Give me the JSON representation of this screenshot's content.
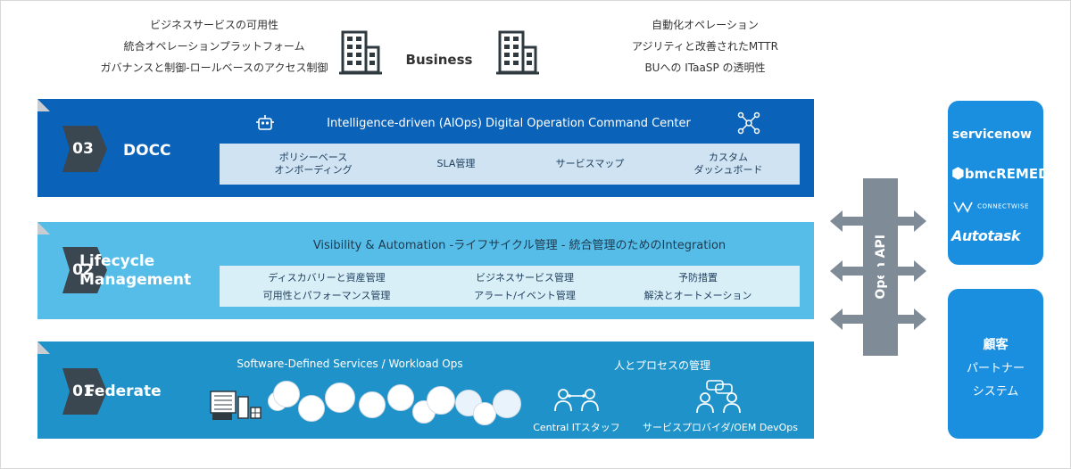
{
  "business": {
    "title": "Business",
    "left_items": [
      "ビジネスサービスの可用性",
      "統合オペレーションプラットフォーム",
      "ガバナンスと制御-ロールベースのアクセス制御"
    ],
    "right_items": [
      "自動化オペレーション",
      "アジリティと改善されたMTTR",
      "BUへの ITaaSP の透明性"
    ]
  },
  "docc": {
    "number": "03",
    "name": "DOCC",
    "header": "Intelligence-driven (AIOps) Digital Operation Command Center",
    "cells": [
      {
        "line1": "ポリシーベース",
        "line2": "オンボーディング"
      },
      {
        "line1": "SLA管理",
        "line2": ""
      },
      {
        "line1": "サービスマップ",
        "line2": ""
      },
      {
        "line1": "カスタム",
        "line2": "ダッシュボード"
      }
    ]
  },
  "lifecycle": {
    "number": "02",
    "name_line1": "Lifecycle",
    "name_line2": "Management",
    "header": "Visibility & Automation -ライフサイクル管理 -  統合管理のためのIntegration",
    "cells": [
      "ディスカバリーと資産管理",
      "ビジネスサービス管理",
      "予防措置",
      "可用性とパフォーマンス管理",
      "アラート/イベント管理",
      "解決とオートメーション"
    ]
  },
  "federate": {
    "number": "01",
    "name": "Federate",
    "header_left": "Software-Defined Services / Workload Ops",
    "header_right": "人とプロセスの管理",
    "label_central": "Central ITスタッフ",
    "label_provider": "サービスプロバイダ/OEM DevOps"
  },
  "open_api": {
    "label": "Open API"
  },
  "partners": {
    "logos": [
      "servicenow",
      "bmcREMEDY",
      "CONNECTWISE",
      "Autotask"
    ],
    "customer_lines": [
      "顧客",
      "パートナー",
      "システム"
    ]
  },
  "colors": {
    "docc": "#0a63b8",
    "lifecycle": "#56bde9",
    "federate": "#1f93c9",
    "badge": "#3a4650",
    "api": "#7f8b96",
    "partner": "#1a8fe0"
  }
}
